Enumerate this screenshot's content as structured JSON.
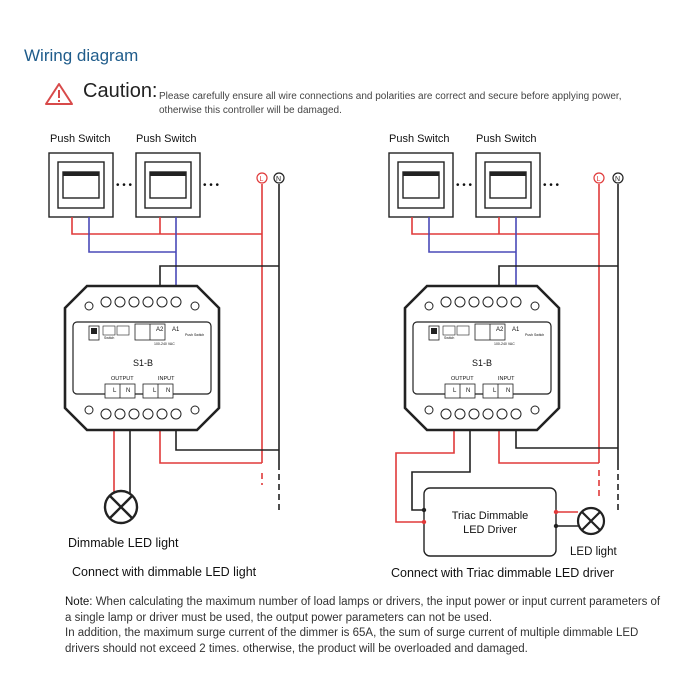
{
  "title": "Wiring diagram",
  "caution": {
    "label": "Caution:",
    "text": "Please carefully ensure all wire connections and polarities are correct and secure before applying power, otherwise this controller will be damaged."
  },
  "switch_label": "Push Switch",
  "ellipsis": "• • •",
  "terminal_L": "L",
  "terminal_N": "N",
  "device": {
    "model": "S1-B",
    "output_label": "OUTPUT",
    "input_label": "INPUT",
    "a2": "A2",
    "a1": "A1",
    "switch_text": "Switch",
    "voltage_text": "100-240 VAC",
    "push_switch_small": "Push Switch"
  },
  "left": {
    "load_label": "Dimmable LED light",
    "caption": "Connect with dimmable LED light"
  },
  "right": {
    "driver_line1": "Triac Dimmable",
    "driver_line2": "LED Driver",
    "load_label": "LED light",
    "caption": "Connect with Triac dimmable LED driver"
  },
  "note": {
    "label": "Note:",
    "line1": "When calculating the maximum number of load lamps or drivers, the input power or input current parameters of a single lamp or driver must be used, the output power parameters can not be used.",
    "line2": "In addition, the maximum surge current of the dimmer is 65A, the sum of surge current of multiple dimmable LED drivers should not exceed 2 times. otherwise, the product will be overloaded and damaged."
  },
  "colors": {
    "live": "#e03a3a",
    "neutral": "#222222",
    "switch": "#4a4ab8",
    "title": "#1f5c8b"
  }
}
